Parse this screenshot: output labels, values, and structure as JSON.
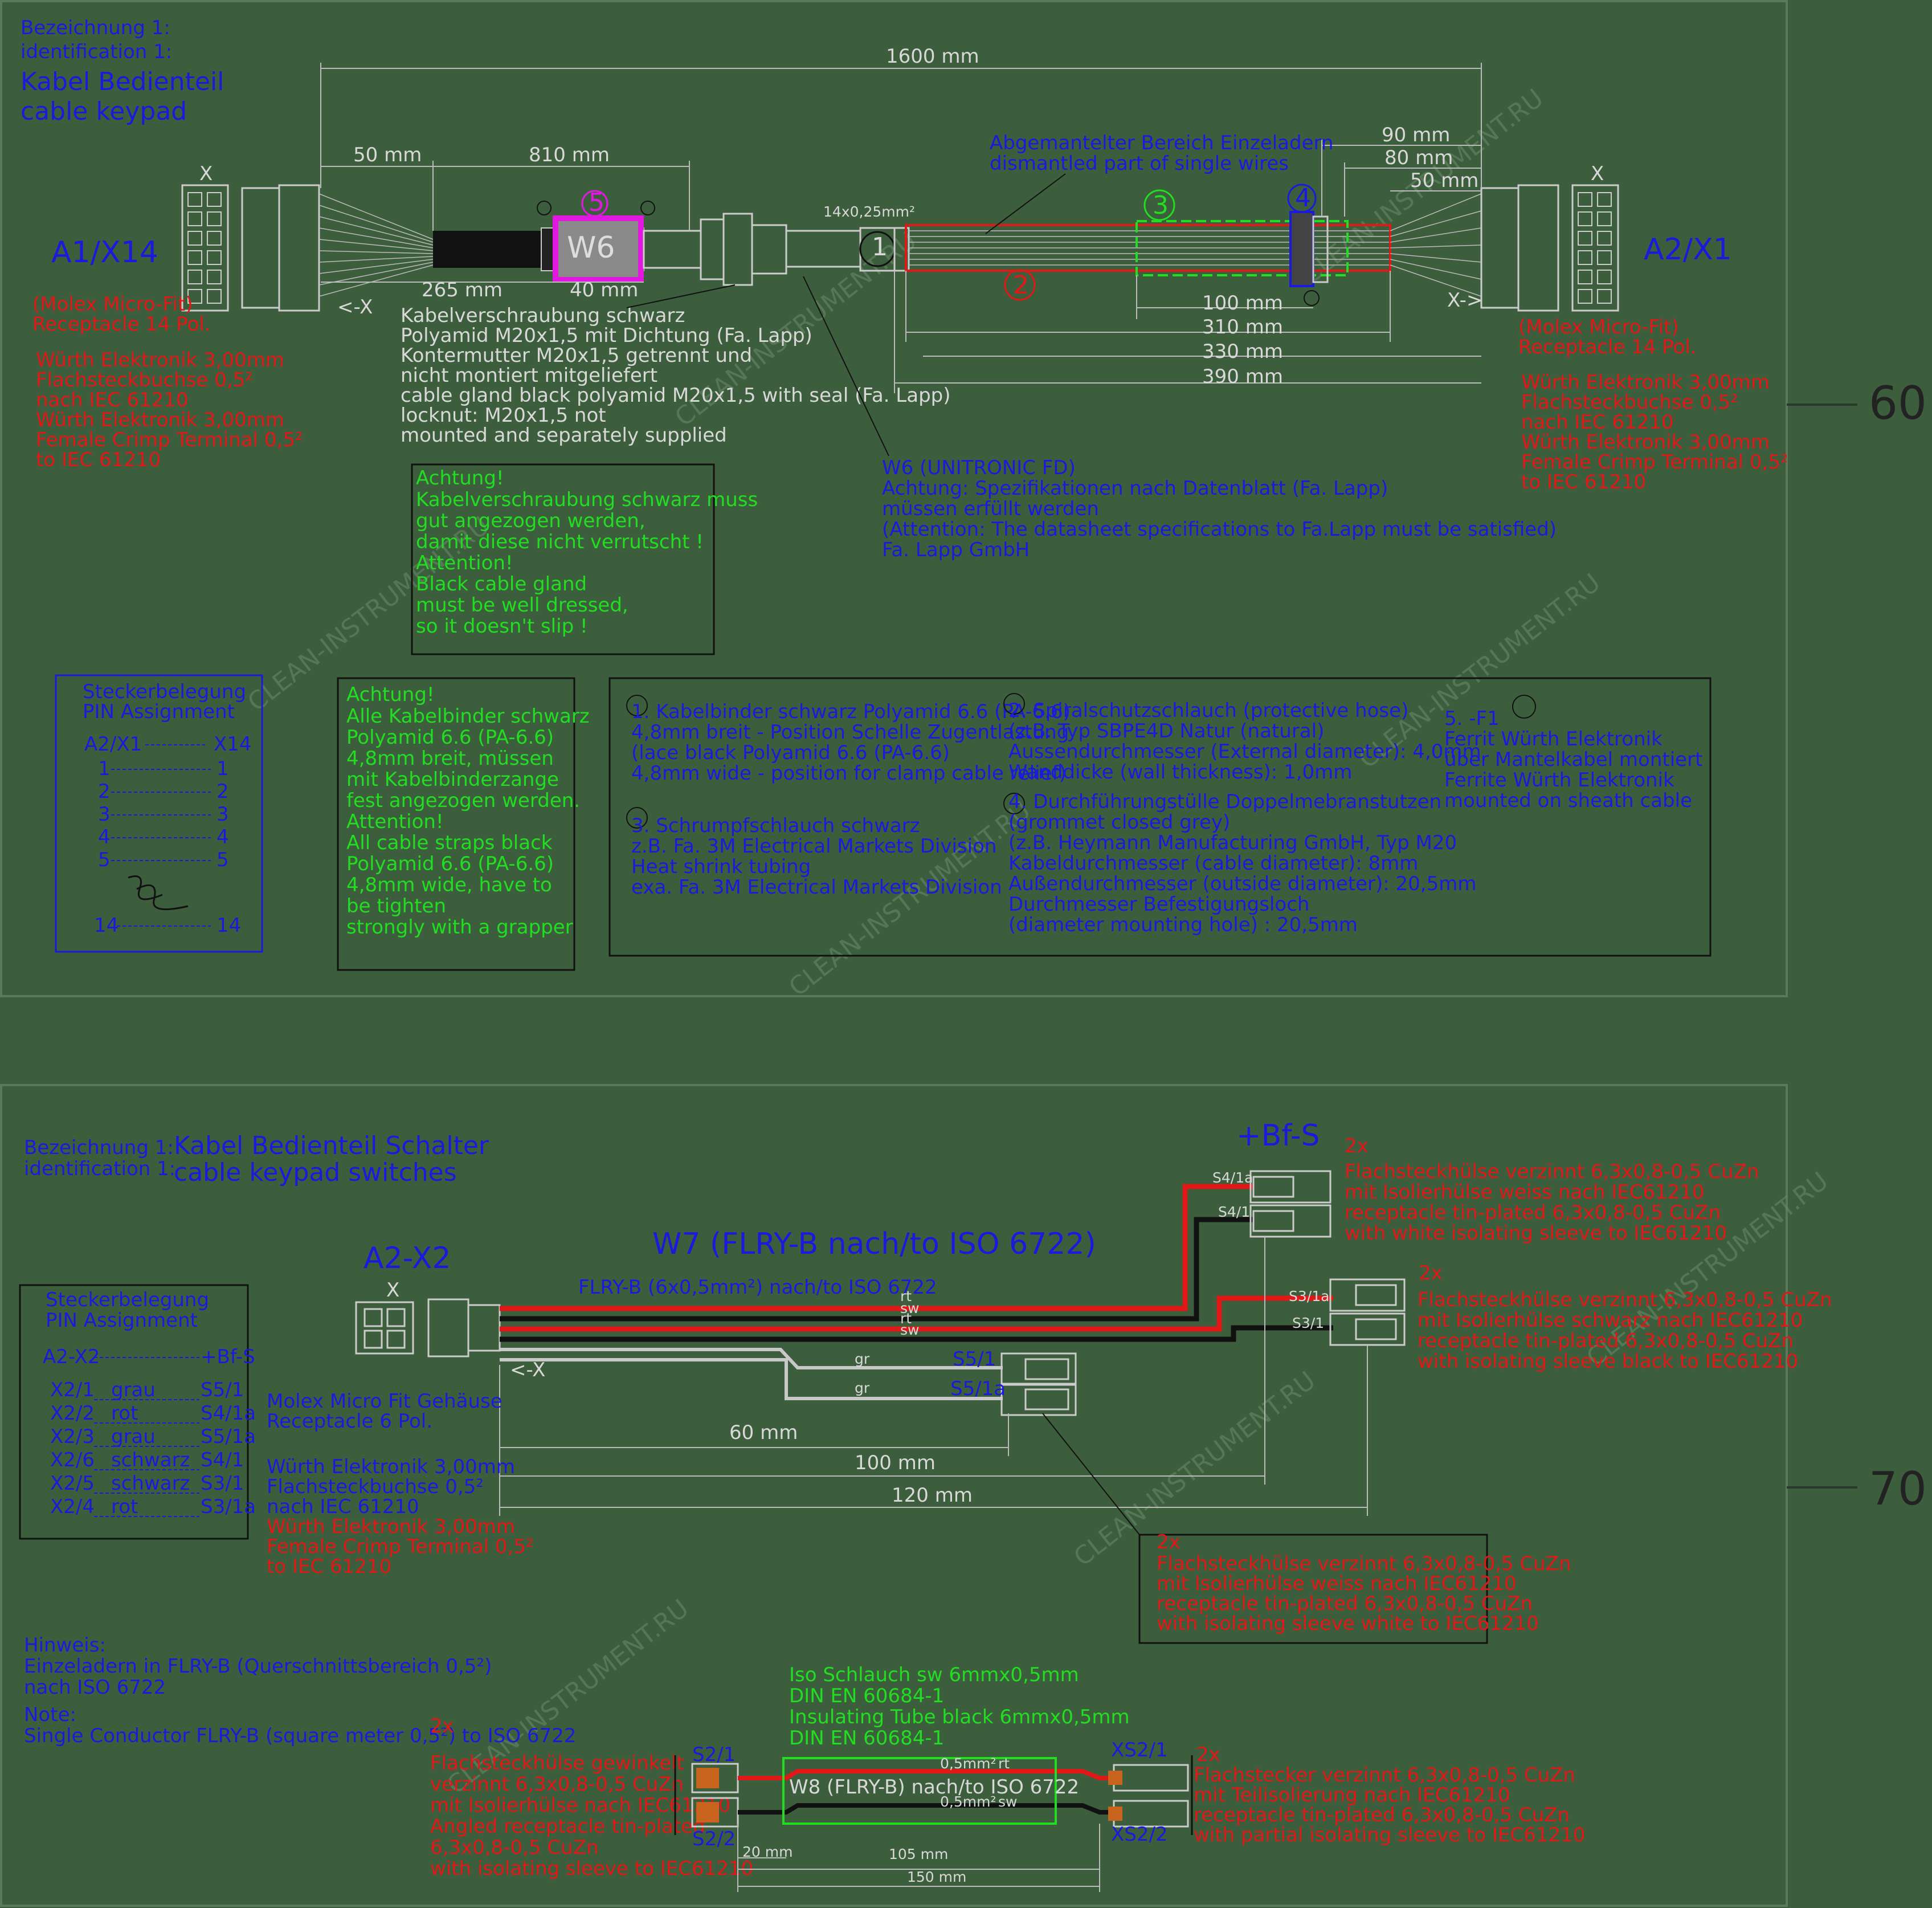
{
  "page_numbers": [
    "60",
    "70"
  ],
  "watermark": "CLEAN-INSTRUMENT.RU",
  "colors": {
    "background": "#3d5e3d",
    "blue": "#1a1adc",
    "red": "#e01818",
    "green": "#22dd22",
    "magenta": "#e018e0",
    "dark": "#1a1a1a"
  },
  "sheet1": {
    "ident_label_de": "Bezeichnung 1:",
    "ident_label_en": "identification 1:",
    "title_de": "Kabel Bedienteil",
    "title_en": "cable keypad",
    "conn_left": "A1/X14",
    "conn_right": "A2/X1",
    "x_mark": "X",
    "arrow_left": "<-X",
    "arrow_right": "X->",
    "dims": {
      "d1600": "1600 mm",
      "d50": "50 mm",
      "d810": "810 mm",
      "d265": "265 mm",
      "d40": "40 mm",
      "d90": "90 mm",
      "d80": "80 mm",
      "d50r": "50 mm",
      "d100": "100 mm",
      "d310": "310 mm",
      "d330": "330 mm",
      "d390": "390 mm"
    },
    "cable_label": "W6",
    "core_label": "14x0,25mm²",
    "callouts": [
      "1",
      "2",
      "3",
      "4",
      "5"
    ],
    "dismantled": [
      "Abgemantelter Bereich Einzeladern",
      "dismantled part of single wires"
    ],
    "gland": [
      "Kabelverschraubung schwarz",
      "Polyamid M20x1,5 mit Dichtung (Fa. Lapp)",
      "Kontermutter M20x1,5 getrennt und",
      "nicht montiert mitgeliefert",
      "cable gland black polyamid M20x1,5 with seal (Fa. Lapp)",
      "locknut: M20x1,5 not",
      "mounted and separately supplied"
    ],
    "molex_left": [
      "(Molex Micro-Fit)",
      "Receptacle 14 Pol."
    ],
    "wurth_left": [
      "Würth Elektronik 3,00mm",
      "Flachsteckbuchse 0,5²",
      "nach IEC 61210",
      "Würth Elektronik 3,00mm",
      "Female Crimp Terminal 0,5²",
      "to IEC 61210"
    ],
    "molex_right": [
      "(Molex Micro-Fit)",
      "Receptacle 14 Pol."
    ],
    "wurth_right": [
      "Würth Elektronik 3,00mm",
      "Flachsteckbuchse 0,5²",
      "nach IEC 61210",
      "Würth Elektronik 3,00mm",
      "Female Crimp Terminal 0,5²",
      "to IEC 61210"
    ],
    "w6_note": [
      "W6 (UNITRONIC FD)",
      "Achtung: Spezifikationen nach Datenblatt (Fa. Lapp)",
      "müssen erfüllt werden",
      "(Attention: The datasheet specifications to Fa.Lapp must be satisfied)",
      "Fa. Lapp GmbH"
    ],
    "attention_gland": [
      "Achtung!",
      "Kabelverschraubung schwarz  muss",
      "gut angezogen werden,",
      "damit diese nicht verrutscht !",
      "Attention!",
      "Black cable gland",
      "must be well dressed,",
      "so it doesn't slip !"
    ],
    "pin_title": [
      "Steckerbelegung",
      "PIN Assignment"
    ],
    "pin_header": [
      "A2/X1",
      "X14"
    ],
    "pin_rows": [
      [
        "1",
        "1"
      ],
      [
        "2",
        "2"
      ],
      [
        "3",
        "3"
      ],
      [
        "4",
        "4"
      ],
      [
        "5",
        "5"
      ],
      [
        "14",
        "14"
      ]
    ],
    "attention_straps": [
      "Achtung!",
      "Alle Kabelbinder schwarz",
      "Polyamid 6.6 (PA-6.6)",
      "4,8mm breit, müssen",
      "mit Kabelbinderzange",
      "fest angezogen werden.",
      "Attention!",
      "All cable straps black",
      "Polyamid 6.6 (PA-6.6)",
      "4,8mm wide, have to",
      "be tighten",
      "strongly with a grapper"
    ],
    "legend1": [
      "1. Kabelbinder schwarz  Polyamid 6.6 (PA-6.6)",
      "4,8mm breit - Position Schelle Zugentlastung",
      "(lace black Polyamid 6.6 (PA-6.6)",
      "4,8mm wide - position for clamp cable relief)"
    ],
    "legend2": [
      "2. Spiralschutzschlauch (protective hose)",
      "(z.B. Typ SBPE4D Natur (natural)",
      "Aussendurchmesser (External diameter): 4,0mm",
      "Wanddicke (wall thickness): 1,0mm"
    ],
    "legend3": [
      "3. Schrumpfschlauch schwarz",
      "z.B. Fa. 3M Electrical Markets Division",
      "Heat shrink tubing",
      "exa. Fa. 3M Electrical Markets Division"
    ],
    "legend4": [
      "4. Durchführungstülle Doppelmebranstutzen",
      "(grommet closed grey)",
      "(z.B. Heymann Manufacturing GmbH, Typ M20",
      "Kabeldurchmesser (cable diameter): 8mm",
      "Außendurchmesser (outside diameter): 20,5mm",
      "Durchmesser Befestigungsloch",
      "(diameter mounting hole) : 20,5mm"
    ],
    "legend5": [
      "5. -F1",
      "Ferrit Würth Elektronik",
      "über Mantelkabel montiert",
      "Ferrite Würth Elektronik",
      "mounted on sheath cable"
    ]
  },
  "sheet2": {
    "ident_label_de": "Bezeichnung 1:",
    "ident_label_en": "identification 1:",
    "title_de": "Kabel Bedienteil Schalter",
    "title_en": "cable keypad switches",
    "connector": "A2-X2",
    "x_mark": "X",
    "arrow_left": "<-X",
    "cable_title": "W7 (FLRY-B nach/to ISO 6722)",
    "cable_sub": "FLRY-B (6x0,5mm²) nach/to ISO 6722",
    "wire_tags": [
      "rt",
      "sw",
      "rt",
      "sw",
      "gr",
      "gr"
    ],
    "bf_label": "+Bf-S",
    "two_x": "2x",
    "term_tags": [
      "S4/1a",
      "S4/1",
      "S3/1a",
      "S3/1",
      "S5/1",
      "S5/1a"
    ],
    "dims": {
      "d60": "60 mm",
      "d100": "100 mm",
      "d120": "120 mm"
    },
    "pin_title": [
      "Steckerbelegung",
      "PIN Assignment"
    ],
    "pin_header": [
      "A2-X2",
      "+Bf-S"
    ],
    "pin_rows": [
      [
        "X2/1",
        "grau",
        "S5/1"
      ],
      [
        "X2/2",
        "rot",
        "S4/1a"
      ],
      [
        "X2/3",
        "grau",
        "S5/1a"
      ],
      [
        "X2/6",
        "schwarz",
        "S4/1"
      ],
      [
        "X2/5",
        "schwarz",
        "S3/1"
      ],
      [
        "X2/4",
        "rot",
        "S3/1a"
      ]
    ],
    "molex": [
      "Molex Micro Fit Gehäuse",
      "Receptacle 6 Pol."
    ],
    "wurth": [
      "Würth Elektronik 3,00mm",
      "Flachsteckbuchse 0,5²",
      "nach IEC 61210",
      "Würth Elektronik 3,00mm",
      "Female Crimp Terminal 0,5²",
      "to IEC 61210"
    ],
    "term_white": [
      "Flachsteckhülse verzinnt 6,3x0,8-0,5 CuZn",
      "mit Isolierhülse weiss nach IEC61210",
      "receptacle tin-plated 6,3x0,8-0,5 CuZn",
      "with white isolating sleeve  to IEC61210"
    ],
    "term_black": [
      "Flachsteckhülse verzinnt 6,3x0,8-0,5 CuZn",
      "mit Isolierhülse schwarz nach IEC61210",
      "receptacle tin-plated 6,3x0,8-0,5 CuZn",
      "with isolating sleeve black to IEC61210"
    ],
    "term_white2": [
      "Flachsteckhülse verzinnt 6,3x0,8-0,5 CuZn",
      "mit Isolierhülse weiss nach IEC61210",
      "receptacle tin-plated 6,3x0,8-0,5 CuZn",
      "with isolating sleeve white to IEC61210"
    ],
    "hinweis": [
      "Hinweis:",
      "Einzeladern in FLRY-B (Querschnittsbereich 0,5²)",
      "nach ISO 6722",
      "Note:",
      "Single Conductor FLRY-B (square meter 0,5²) to ISO 6722"
    ],
    "angled": [
      "Flachsteckhülse gewinkelt",
      "verzinnt 6,3x0,8-0,5 CuZn",
      "mit Isolierhülse nach IEC61210",
      "Angled receptacle tin-plated",
      "6,3x0,8-0,5 CuZn",
      "with isolating sleeve to IEC61210"
    ],
    "iso_tube": [
      "Iso Schlauch sw 6mmx0,5mm",
      "DIN EN 60684-1",
      "Insulating Tube black 6mmx0,5mm",
      "DIN EN 60684-1"
    ],
    "w8_label": "W8 (FLRY-B) nach/to ISO 6722",
    "w8_wires": [
      "0,5mm²",
      "rt",
      "0,5mm²",
      "sw"
    ],
    "s2": [
      "S2/1",
      "S2/2"
    ],
    "xs2": [
      "XS2/1",
      "XS2/2"
    ],
    "plug": [
      "Flachstecker verzinnt 6,3x0,8-0,5 CuZn",
      "mit Teilisolierung nach IEC61210",
      "receptacle tin-plated 6,3x0,8-0,5 CuZn",
      "with partial isolating sleeve to IEC61210"
    ],
    "w8_dims": {
      "d20": "20 mm",
      "d105": "105 mm",
      "d150": "150 mm"
    }
  }
}
